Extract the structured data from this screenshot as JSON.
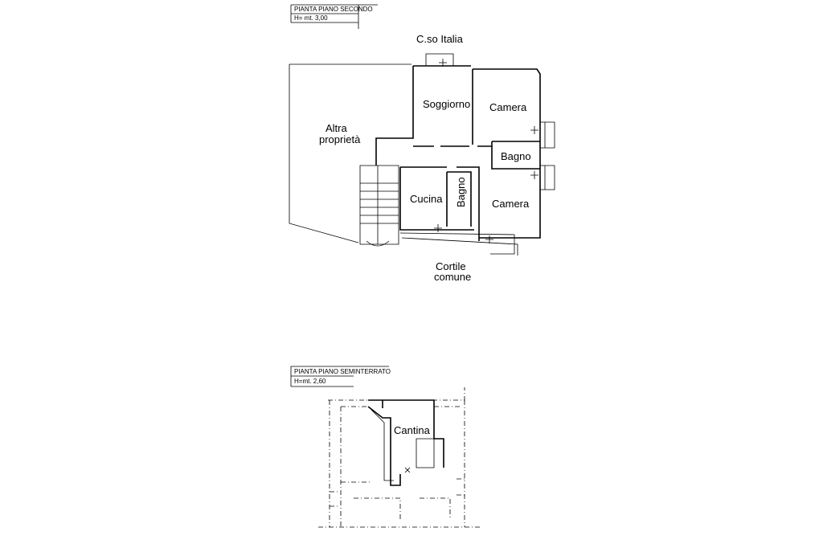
{
  "second_floor": {
    "title_box": {
      "title": "PIANTA PIANO SECONDO",
      "height": "H= mt. 3,00"
    },
    "street_label": "C.so Italia",
    "adjacent_label_line1": "Altra",
    "adjacent_label_line2": "proprietà",
    "rooms": {
      "living": "Soggiorno",
      "bedroom_top": "Camera",
      "bath_right": "Bagno",
      "kitchen": "Cucina",
      "bath_center": "Bagno",
      "bedroom_bottom": "Camera"
    },
    "courtyard_line1": "Cortile",
    "courtyard_line2": "comune"
  },
  "basement": {
    "title_box": {
      "title": "PIANTA PIANO SEMINTERRATO",
      "height": "H=mt. 2,60"
    },
    "rooms": {
      "cellar": "Cantina"
    }
  }
}
